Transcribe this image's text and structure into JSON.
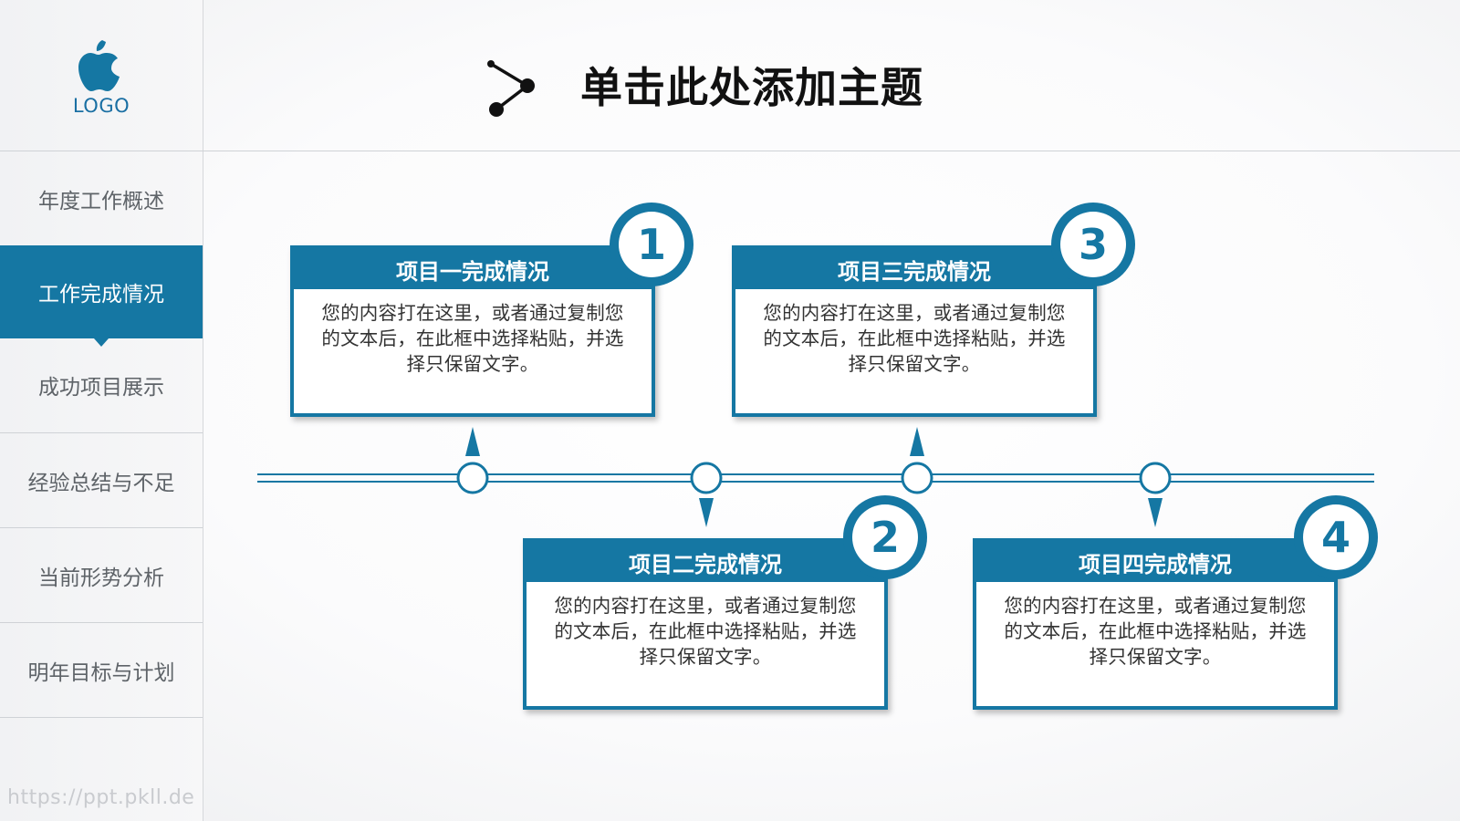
{
  "sidebar": {
    "logo_text": "LOGO",
    "items": [
      {
        "label": "年度工作概述",
        "active": false
      },
      {
        "label": "工作完成情况",
        "active": true
      },
      {
        "label": "成功项目展示",
        "active": false
      },
      {
        "label": "经验总结与不足",
        "active": false
      },
      {
        "label": "当前形势分析",
        "active": false
      },
      {
        "label": "明年目标与计划",
        "active": false
      }
    ]
  },
  "header": {
    "title": "单击此处添加主题",
    "icon": "share-network-icon"
  },
  "projects": [
    {
      "number": "1",
      "title": "项目一完成情况",
      "body_line1": "您的内容打在这里，或者通过复制您",
      "body_line2": "的文本后，在此框中选择粘贴，并选",
      "body_line3": "择只保留文字。"
    },
    {
      "number": "2",
      "title": "项目二完成情况",
      "body_line1": "您的内容打在这里，或者通过复制您",
      "body_line2": "的文本后，在此框中选择粘贴，并选",
      "body_line3": "择只保留文字。"
    },
    {
      "number": "3",
      "title": "项目三完成情况",
      "body_line1": "您的内容打在这里，或者通过复制您",
      "body_line2": "的文本后，在此框中选择粘贴，并选",
      "body_line3": "择只保留文字。"
    },
    {
      "number": "4",
      "title": "项目四完成情况",
      "body_line1": "您的内容打在这里，或者通过复制您",
      "body_line2": "的文本后，在此框中选择粘贴，并选",
      "body_line3": "择只保留文字。"
    }
  ],
  "watermark": "https://ppt.pkll.de",
  "colors": {
    "accent": "#1577a3",
    "text": "#333333",
    "nav_text": "#5e6368"
  }
}
